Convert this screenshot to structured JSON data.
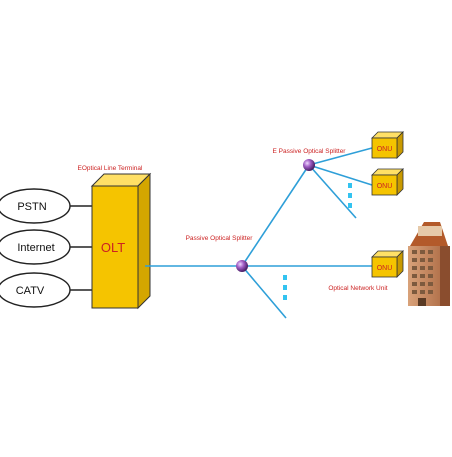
{
  "services": [
    "PSTN",
    "Internet",
    "CATV"
  ],
  "olt": {
    "label": "OLT",
    "caption": "EOptical Line Terminal"
  },
  "splitters": {
    "primary_caption": "Passive Optical Splitter",
    "secondary_caption": "E Passive Optical Splitter"
  },
  "onu": {
    "label": "ONU",
    "caption": "Optical Network Unit"
  },
  "colors": {
    "fiber": "#2e9fd8",
    "olt_fill": "#f2c200",
    "onu_fill": "#f5c400",
    "caption_text": "#cc2222",
    "olt_text": "#cc2222",
    "splitter": "#9b59b6",
    "dots": "#33c3f0"
  }
}
